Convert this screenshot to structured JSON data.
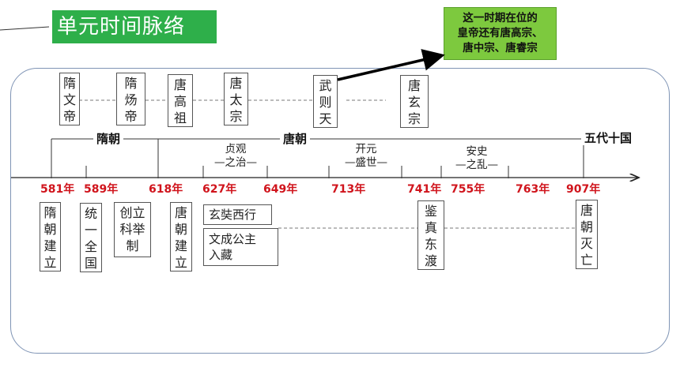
{
  "title": "单元时间脉络",
  "note_lines": [
    "这一时期在位的",
    "皇帝还有唐高宗、",
    "唐中宗、唐睿宗"
  ],
  "emperors": [
    {
      "lines": [
        "隋",
        "文",
        "帝"
      ]
    },
    {
      "lines": [
        "隋",
        "炀",
        "帝"
      ]
    },
    {
      "lines": [
        "唐",
        "高",
        "祖"
      ]
    },
    {
      "lines": [
        "唐",
        "太",
        "宗"
      ]
    },
    {
      "lines": [
        "武",
        "则",
        "天"
      ]
    },
    {
      "lines": [
        "唐",
        "玄",
        "宗"
      ]
    }
  ],
  "eras": {
    "sui": "隋朝",
    "tang": "唐朝",
    "five": "五代十国"
  },
  "periods": [
    {
      "line1": "贞观",
      "line2": "—之治—"
    },
    {
      "line1": "开元",
      "line2": "—盛世—"
    },
    {
      "line1": "安史",
      "line2": "—之乱—"
    }
  ],
  "years": [
    "581年",
    "589年",
    "618年",
    "627年",
    "649年",
    "713年",
    "741年",
    "755年",
    "763年",
    "907年"
  ],
  "events_v": [
    {
      "lines": [
        "隋",
        "朝",
        "建",
        "立"
      ]
    },
    {
      "lines": [
        "统",
        "一",
        "全",
        "国"
      ]
    },
    {
      "lines": [
        "创立",
        "科举",
        "制"
      ]
    },
    {
      "lines": [
        "唐",
        "朝",
        "建",
        "立"
      ]
    },
    {
      "lines": [
        "鉴",
        "真",
        "东",
        "渡"
      ]
    },
    {
      "lines": [
        "唐",
        "朝",
        "灭",
        "亡"
      ]
    }
  ],
  "events_h": [
    {
      "text": "玄奘西行"
    },
    {
      "lines": [
        "文成公主",
        "入藏"
      ]
    }
  ],
  "colors": {
    "title_bg": "#2eaf4a",
    "note_bg": "#7dc93e",
    "year": "#d0141c",
    "panel_border": "#7f94b5"
  }
}
